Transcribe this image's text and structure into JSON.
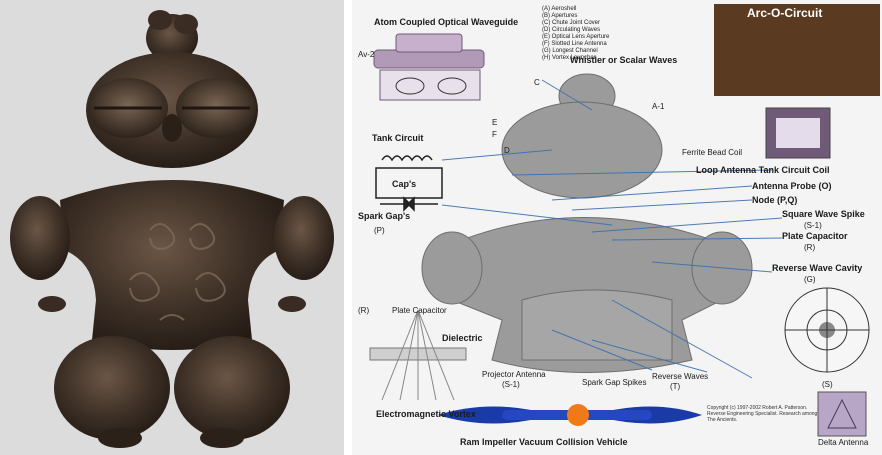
{
  "labels": {
    "waveguide": "Atom Coupled Optical Waveguide",
    "av2": "Av-2",
    "whistler": "Whistler or Scalar Waves",
    "arc_circuit": "Arc-O-Circuit",
    "a1": "A-1",
    "c": "C",
    "d": "D",
    "e": "E",
    "f": "F",
    "ferrite": "Ferrite Bead Coil",
    "tank": "Tank Circuit",
    "loop": "Loop Antenna Tank Circuit Coil",
    "caps": "Cap's",
    "antenna_probe": "Antenna Probe (O)",
    "node": "Node (P,Q)",
    "spark_gaps": "Spark Gap's",
    "p": "(P)",
    "square_wave": "Square Wave Spike",
    "square_wave_code": "(S-1)",
    "plate_cap_right": "Plate Capacitor",
    "plate_cap_right_code": "(R)",
    "reverse_cavity": "Reverse Wave Cavity",
    "reverse_cavity_code": "(G)",
    "plate_cap_left": "Plate Capacitor",
    "r_left": "(R)",
    "dielectric": "Dielectric",
    "em_vortex": "Electromagnetic Vortex",
    "reverse_waves": "Reverse Waves",
    "reverse_waves_code": "(T)",
    "spark_gap_spikes": "Spark Gap Spikes",
    "projector": "Projector Antenna",
    "projector_code": "(S-1)",
    "ram": "Ram Impeller Vacuum Collision Vehicle",
    "delta": "Delta Antenna",
    "s": "(S)"
  },
  "legend": [
    "(A) Aeroshell",
    "(B) Apertures",
    "(C) Chute Joint Cover",
    "(D) Circulating Waves",
    "(E) Optical Lens Aperture",
    "(F) Slotted Line Antenna",
    "(G) Longest Channel",
    "(H) Vortex Launcher"
  ],
  "credit": "Copyright (c) 1997-2002 Robert A. Patterson. Reverse Engineering Specialist. Research among The Ancients."
}
